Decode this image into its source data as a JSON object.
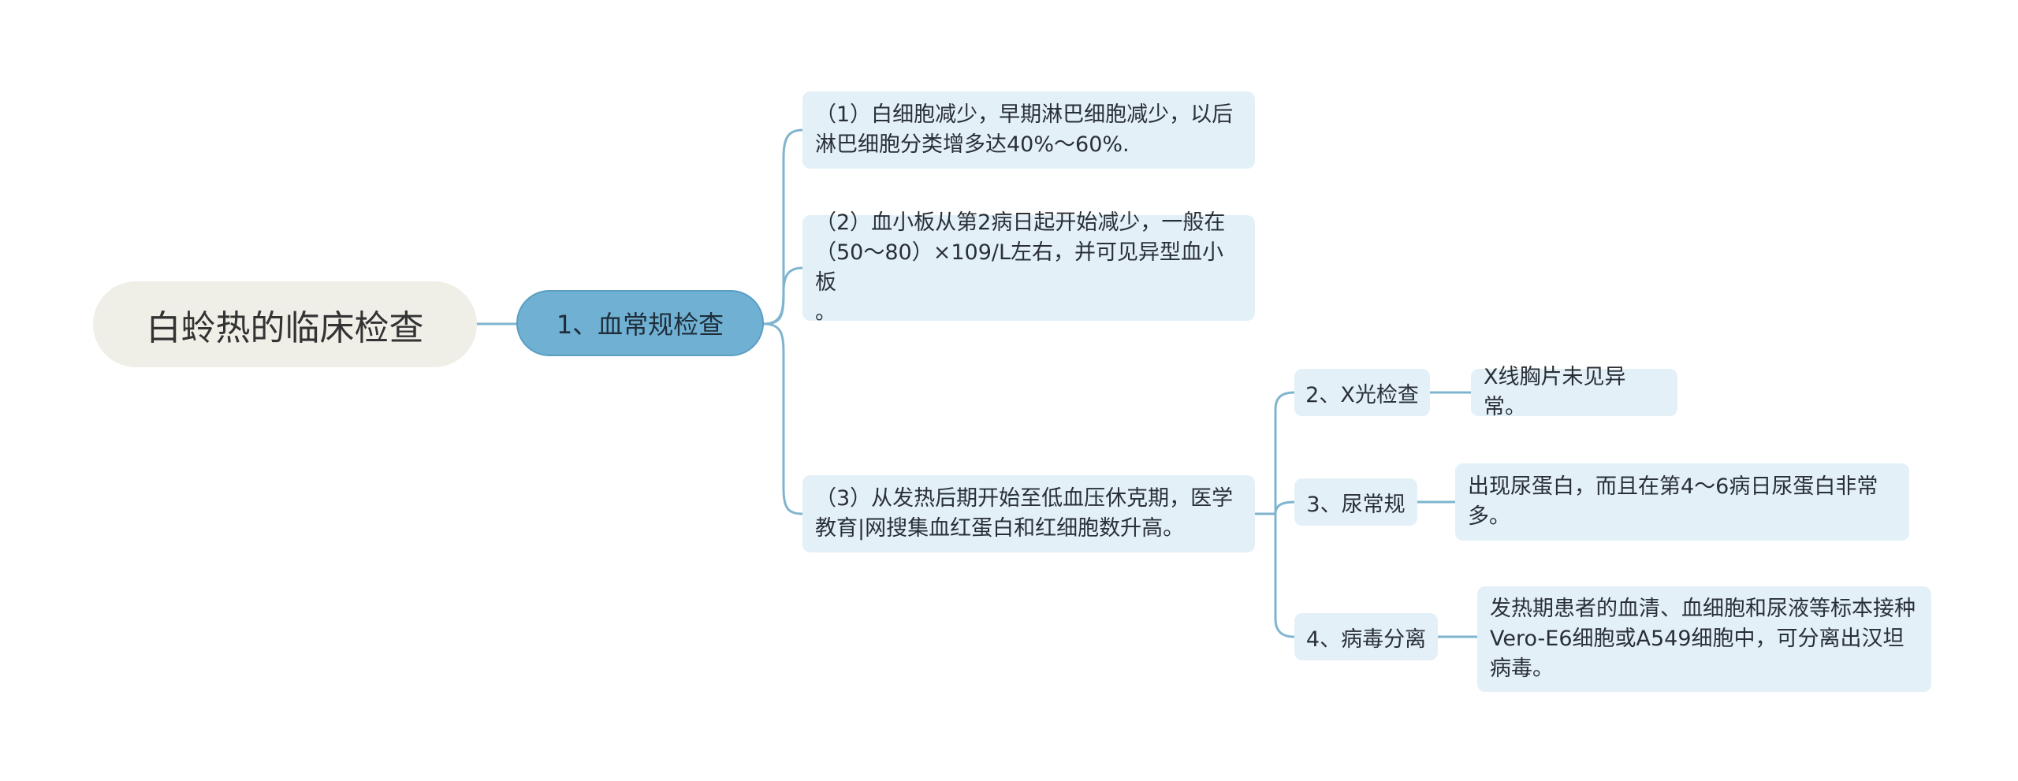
{
  "root": {
    "label": "白蛉热的临床检查"
  },
  "branch": {
    "label": "1、血常规检查"
  },
  "leaves": [
    {
      "text": "（1）白细胞减少，早期淋巴细胞减少，以后\n淋巴细胞分类增多达40%～60%."
    },
    {
      "text": "（2）血小板从第2病日起开始减少，一般在\n（50～80）×109/L左右，并可见异型血小板\n。"
    },
    {
      "text": "（3）从发热后期开始至低血压休克期，医学\n教育|网搜集血红蛋白和红细胞数升高。"
    }
  ],
  "sub_branches": [
    {
      "label": "2、X光检查",
      "detail": "X线胸片未见异常。"
    },
    {
      "label": "3、尿常规",
      "detail": "出现尿蛋白，而且在第4～6病日尿蛋白非常\n多。"
    },
    {
      "label": "4、病毒分离",
      "detail": "发热期患者的血清、血细胞和尿液等标本接种\nVero-E6细胞或A549细胞中，可分离出汉坦\n病毒。"
    }
  ],
  "colors": {
    "root_fill": "#efeee7",
    "branch_fill": "#6fb0d3",
    "leaf_fill": "#e3f0f8",
    "connector": "#7fb4cf"
  }
}
